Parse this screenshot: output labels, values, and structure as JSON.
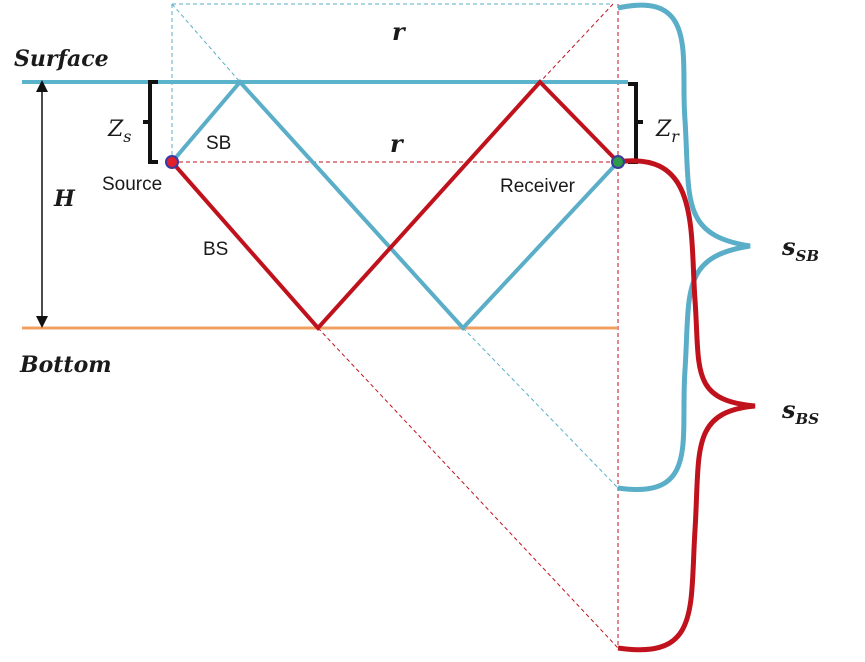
{
  "labels": {
    "surface": "Surface",
    "bottom": "Bottom",
    "depth": "H",
    "range_top": "r",
    "range_mid": "r",
    "source_depth": "Z",
    "source_depth_sub": "s",
    "receiver_depth": "Z",
    "receiver_depth_sub": "r",
    "sb_path": "SB",
    "bs_path": "BS",
    "source": "Source",
    "receiver": "Receiver",
    "s_sb": "s",
    "s_sb_sub": "SB",
    "s_bs": "s",
    "s_bs_sub": "BS"
  },
  "colors": {
    "surface_line": "#5bb3cc",
    "bottom_line": "#f0a060",
    "sb_ray": "#5aaec8",
    "bs_ray": "#c0121c",
    "source_dot": "#e0202a",
    "receiver_dot": "#2e9a4a",
    "marker_outline": "#3a3aa0"
  }
}
